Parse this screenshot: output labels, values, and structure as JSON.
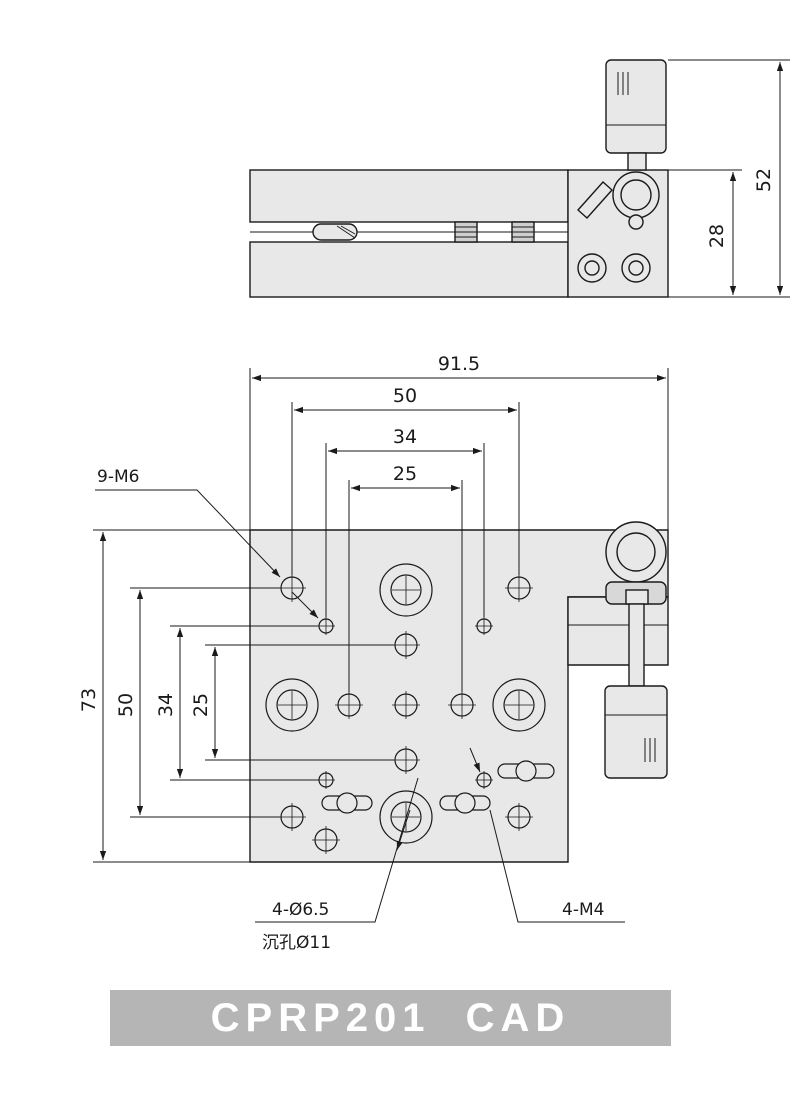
{
  "side_view": {
    "height_total": "52",
    "height_body": "28"
  },
  "top_view": {
    "width_total": "91.5",
    "spacing_50": "50",
    "spacing_34": "34",
    "spacing_25": "25",
    "height_total": "73",
    "vspacing_50": "50",
    "vspacing_34": "34",
    "vspacing_25": "25"
  },
  "callouts": {
    "tapped_holes": "9-M6",
    "through_holes": "4-Ø6.5",
    "counterbore": "沉孔Ø11",
    "small_tapped": "4-M4"
  },
  "banner": {
    "title": "CPRP201  CAD"
  },
  "colors": {
    "body_fill": "#e8e8e8",
    "line": "#1a1a1a",
    "banner_bg": "#b5b5b5",
    "banner_text": "#ffffff"
  }
}
